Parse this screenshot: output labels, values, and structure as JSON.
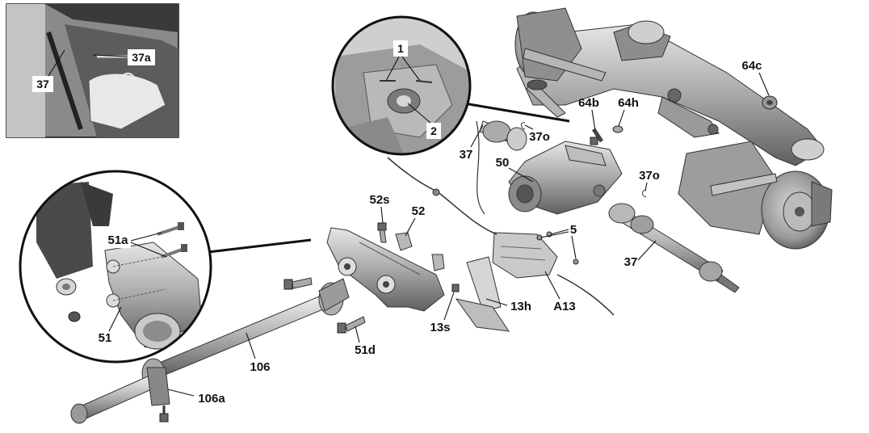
{
  "inset_photo": {
    "labels": [
      "37a",
      "37"
    ]
  },
  "detail_top": {
    "labels": [
      "1",
      "2"
    ]
  },
  "detail_left": {
    "labels": [
      "51a",
      "51"
    ]
  },
  "callouts": {
    "c64c": "64c",
    "c64b": "64b",
    "c64h": "64h",
    "c37_upper": "37",
    "c37o_left": "37o",
    "c50": "50",
    "c37o_right": "37o",
    "c52s": "52s",
    "c52": "52",
    "c5": "5",
    "c37_lower": "37",
    "c13h": "13h",
    "c13s": "13s",
    "cA13": "A13",
    "c51d": "51d",
    "c106": "106",
    "c106a": "106a"
  },
  "colors": {
    "line": "#111111",
    "metal_dark": "#6e6e6e",
    "metal_mid": "#a8a8a8",
    "metal_light": "#d9d9d9",
    "photo_bg": "#8a8a8a"
  }
}
